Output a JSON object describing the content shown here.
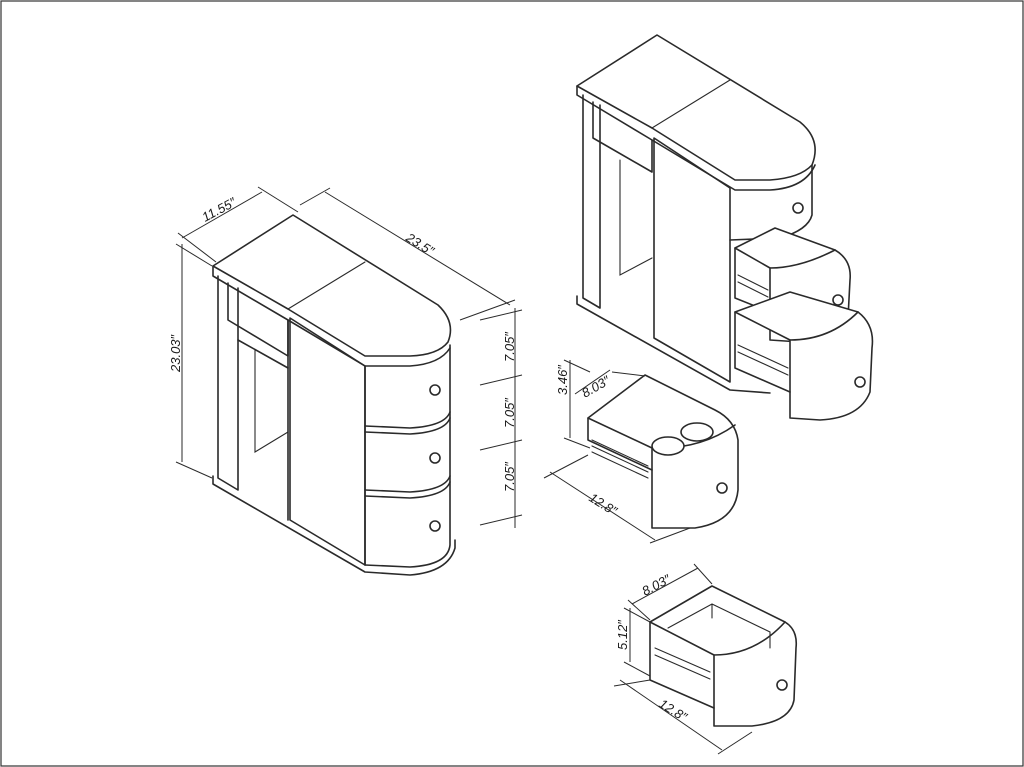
{
  "dimensions": {
    "depth": "11.55″",
    "width": "23.5″",
    "height": "23.03″",
    "drawer_top": "7.05″",
    "drawer_middle": "7.05″",
    "drawer_bottom": "7.05″",
    "tray_height": "3.46″",
    "tray_depth": "8.03″",
    "tray_width": "12.8″",
    "drawer_depth": "8.03″",
    "drawer_height": "5.12″",
    "drawer_width": "12.8″"
  }
}
